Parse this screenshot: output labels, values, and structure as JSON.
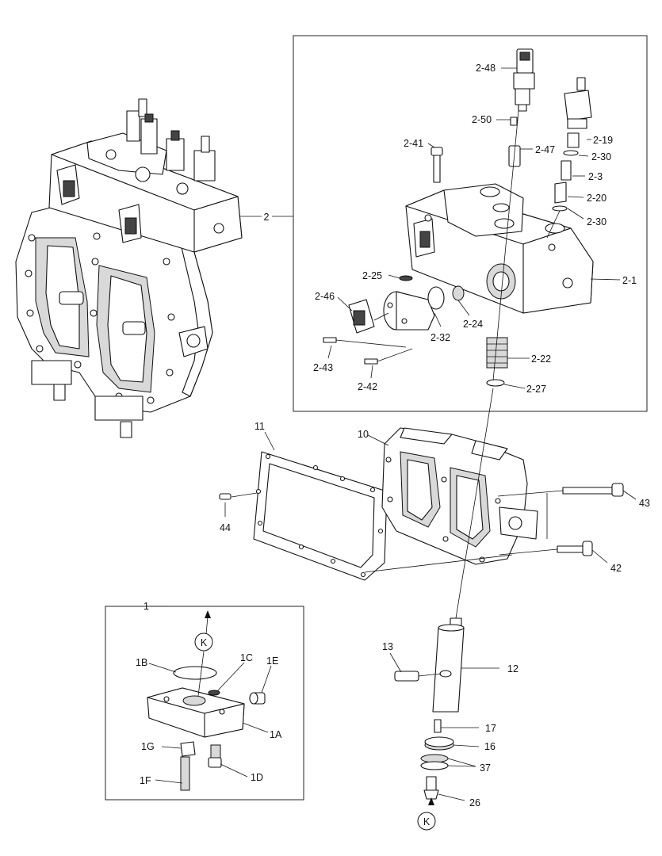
{
  "diagram": {
    "callouts": {
      "c2": "2",
      "c2_1": "2-1",
      "c2_3": "2-3",
      "c2_19": "2-19",
      "c2_20": "2-20",
      "c2_22": "2-22",
      "c2_24": "2-24",
      "c2_25": "2-25",
      "c2_27": "2-27",
      "c2_30a": "2-30",
      "c2_30b": "2-30",
      "c2_32": "2-32",
      "c2_41": "2-41",
      "c2_42": "2-42",
      "c2_43": "2-43",
      "c2_46": "2-46",
      "c2_47": "2-47",
      "c2_48": "2-48",
      "c2_50": "2-50",
      "c10": "10",
      "c11": "11",
      "c12": "12",
      "c13": "13",
      "c16": "16",
      "c17": "17",
      "c26": "26",
      "c37": "37",
      "c42": "42",
      "c43": "43",
      "c44": "44",
      "c1": "1",
      "c1A": "1A",
      "c1B": "1B",
      "c1C": "1C",
      "c1D": "1D",
      "c1E": "1E",
      "c1F": "1F",
      "c1G": "1G"
    },
    "reference_marks": {
      "k_top": "K",
      "k_bottom": "K"
    }
  }
}
